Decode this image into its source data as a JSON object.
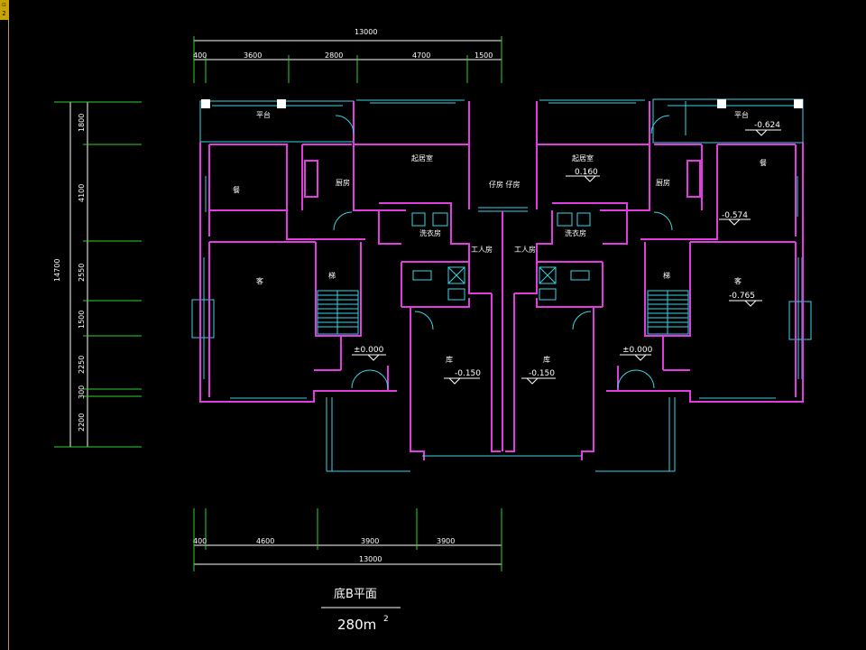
{
  "drawing": {
    "top_total": "13000",
    "top_dims": [
      "400",
      "3600",
      "2800",
      "4700",
      "1500"
    ],
    "bottom_dims": [
      "400",
      "4600",
      "3900",
      "3900"
    ],
    "bottom_total": "13000",
    "left_total": "14700",
    "left_dims": [
      "1800",
      "4100",
      "2550",
      "1500",
      "2250",
      "300",
      "2200"
    ],
    "rooms": {
      "platform_l": "平台",
      "platform_r": "平台",
      "living_l": "起居室",
      "living_r": "起居室",
      "kitchen_l": "厨房",
      "kitchen_r": "厨房",
      "dining_l": "餐",
      "dining_r": "餐",
      "laundry_l": "洗衣房",
      "laundry_r": "洗衣房",
      "worker_l": "工人房",
      "worker_r": "工人房",
      "hall_l": "客",
      "hall_r": "客",
      "stair_l": "梯",
      "stair_r": "梯",
      "garage_l": "库",
      "garage_r": "库",
      "shared": "仔房 仔房"
    },
    "levels": {
      "living_r": "0.160",
      "platform_r": "-0.624",
      "dining_r": "-0.574",
      "hall_r": "-0.765",
      "entry_l": "±0.000",
      "entry_r": "±0.000",
      "garage_l": "-0.150",
      "garage_r": "-0.150"
    },
    "title": "底B平面",
    "area": "280m",
    "area_sup": "2"
  },
  "colors": {
    "wall": "#e03ce0",
    "window": "#37d5e6",
    "dimension": "#2bd42b",
    "text": "#ffffff",
    "background": "#000000"
  }
}
